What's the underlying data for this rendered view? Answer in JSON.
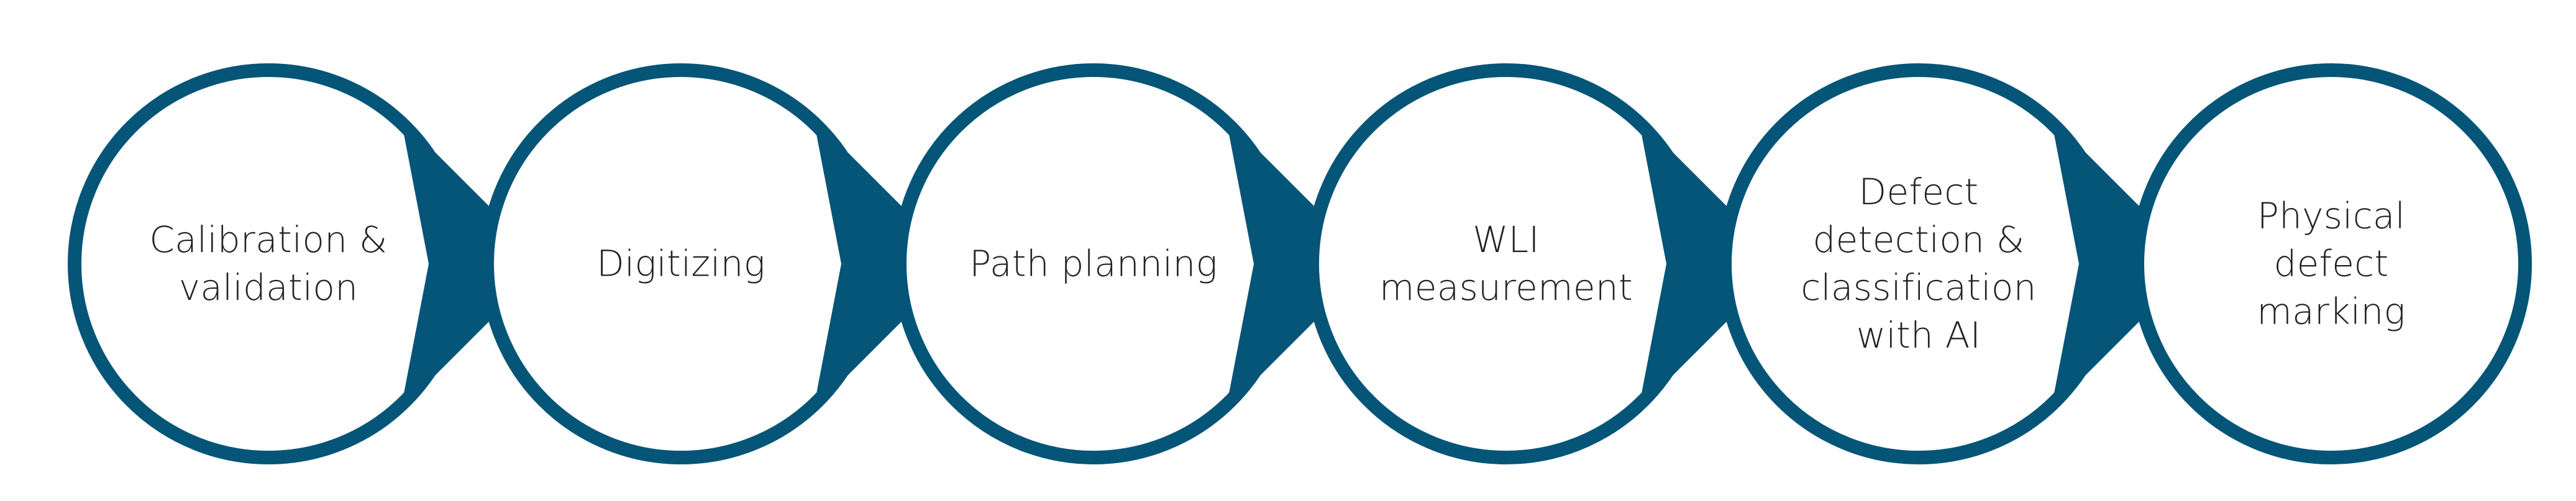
{
  "diagram": {
    "accent_color": "#045577",
    "background_color": "#ffffff",
    "text_color": "#222222",
    "steps": [
      {
        "label": "Calibration &\nvalidation"
      },
      {
        "label": "Digitizing"
      },
      {
        "label": "Path planning"
      },
      {
        "label": "WLI\nmeasurement"
      },
      {
        "label": "Defect\ndetection &\nclassification\nwith AI"
      },
      {
        "label": "Physical\ndefect\nmarking"
      }
    ]
  }
}
